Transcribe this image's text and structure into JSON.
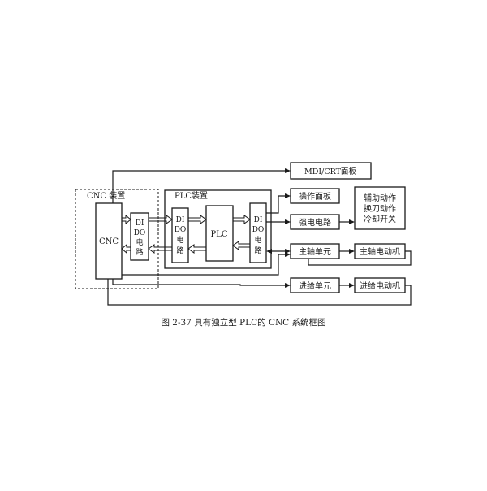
{
  "groups": {
    "cnc_device": "CNC 装置",
    "plc_device": "PLC装置"
  },
  "blocks": {
    "cnc": "CNC",
    "plc": "PLC",
    "dido": [
      "DI",
      "DO",
      "电",
      "路"
    ],
    "mdi_crt": "MDI/CRT面板",
    "op_panel": "操作面板",
    "strong": "强电电路",
    "aux": [
      "辅助动作",
      "换刀动作",
      "冷却开关"
    ],
    "spindle_unit": "主轴单元",
    "spindle_motor": "主轴电动机",
    "feed_unit": "进给单元",
    "feed_motor": "进给电动机"
  },
  "caption": "图 2-37   具有独立型 PLC的 CNC 系统框图"
}
